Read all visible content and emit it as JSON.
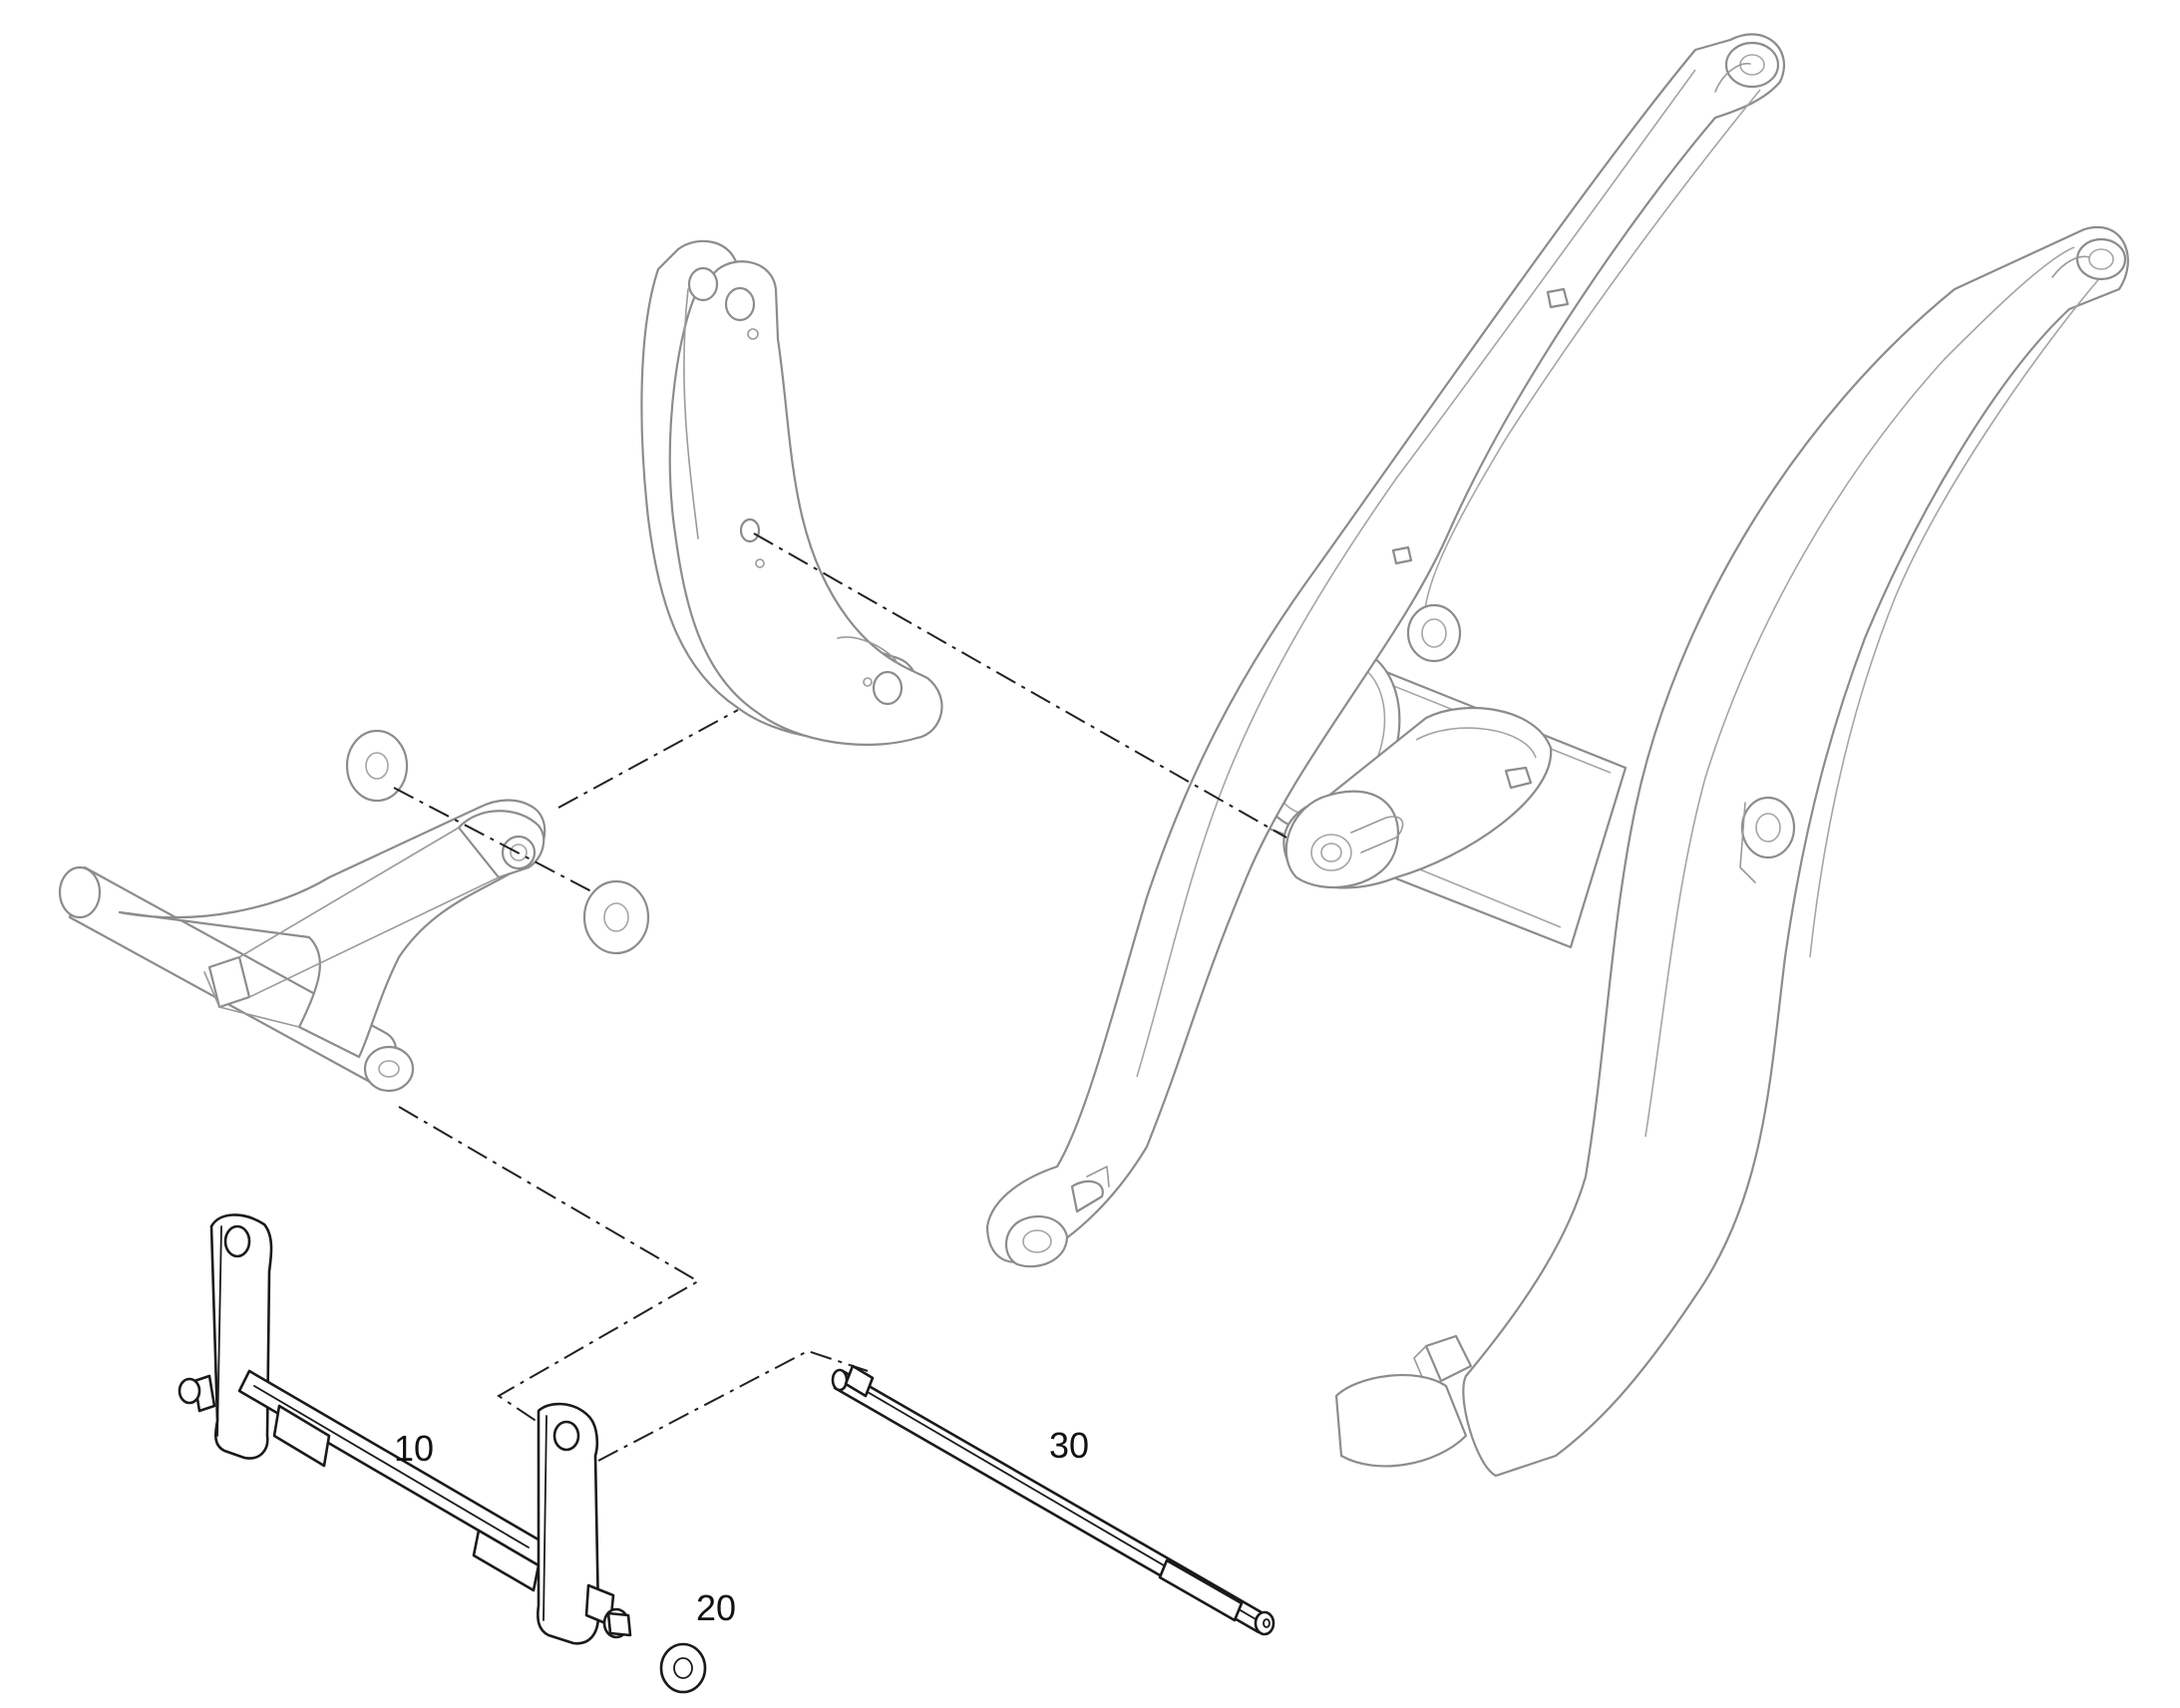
{
  "callouts": {
    "part_10": "10",
    "part_20": "20",
    "part_30": "30"
  }
}
